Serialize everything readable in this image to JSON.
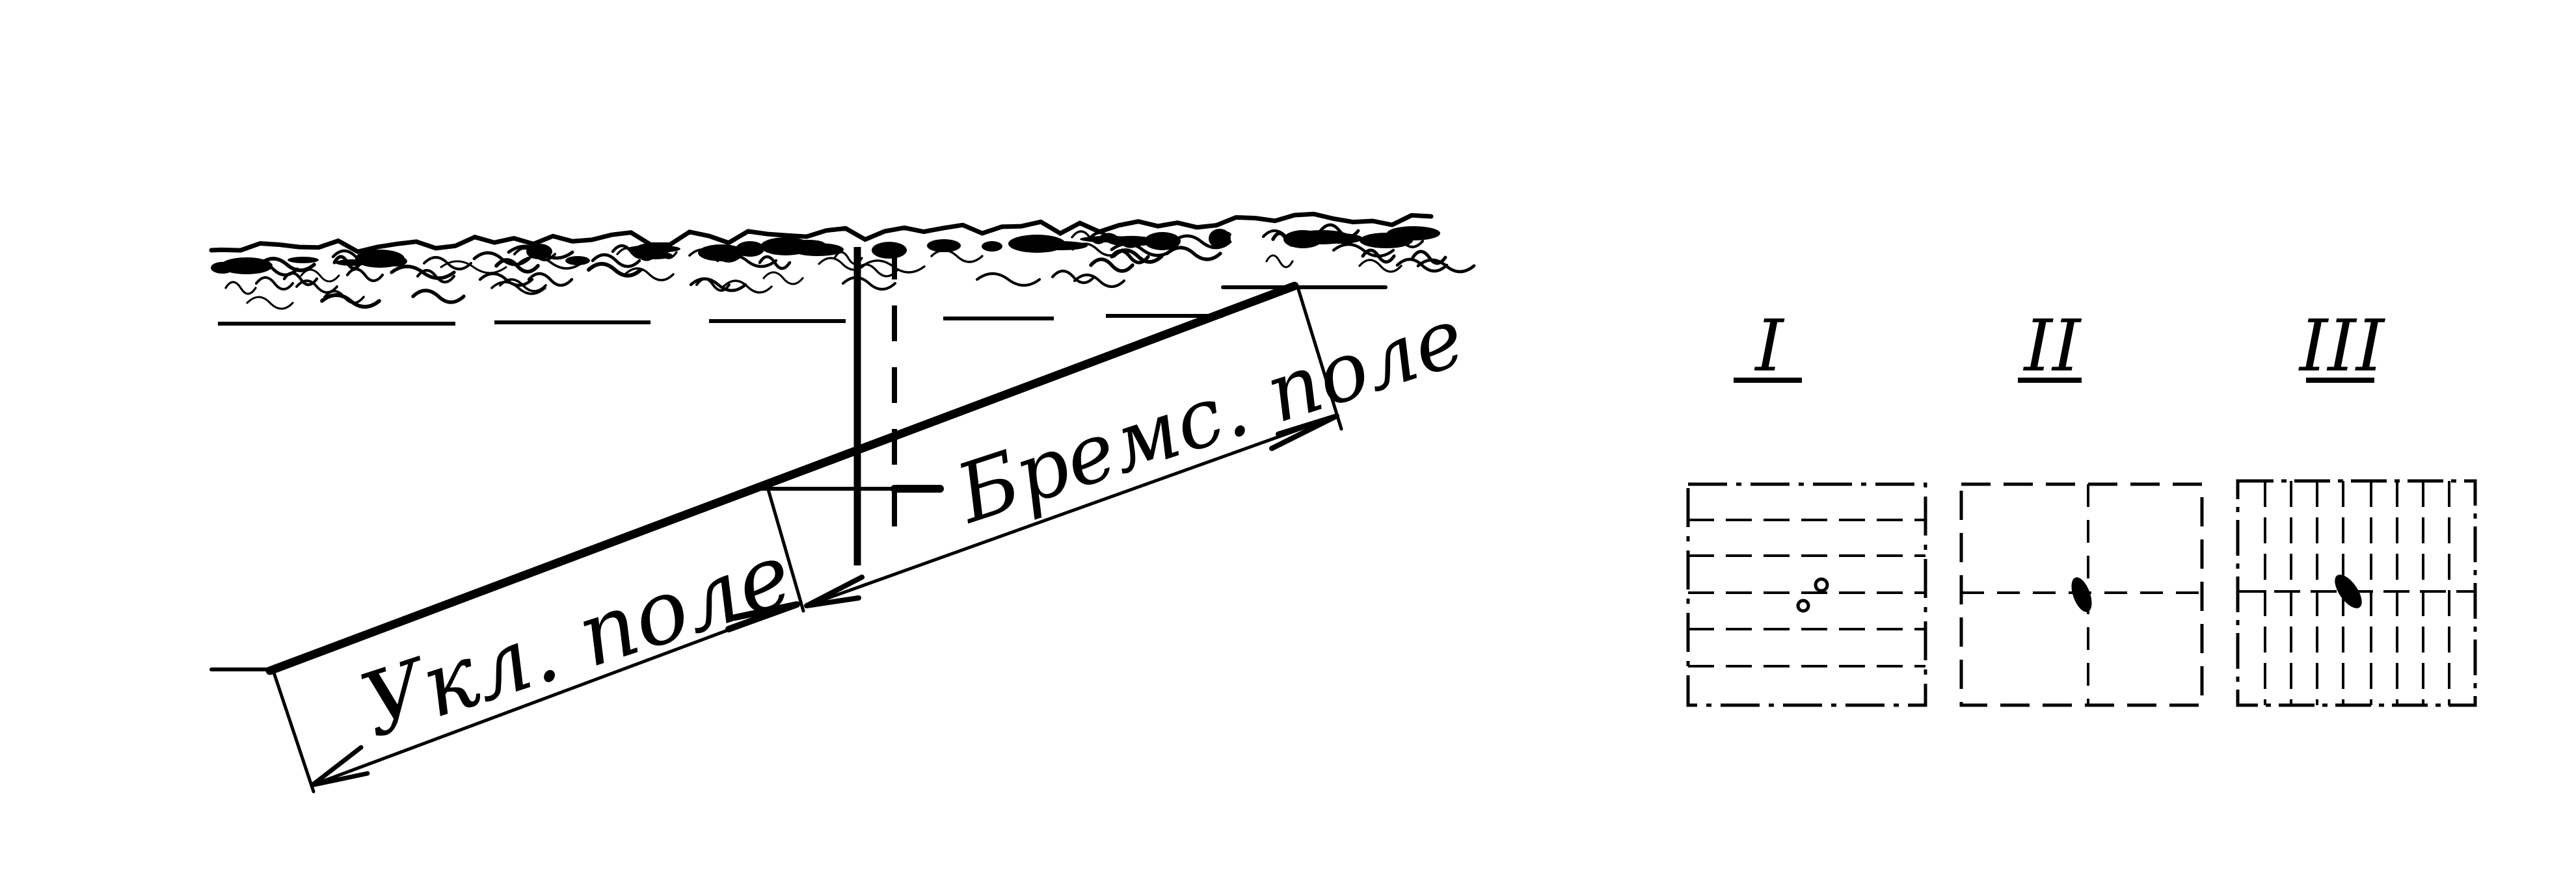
{
  "labels": {
    "field_left": "Укл. поле",
    "field_right": "Бремс. поле"
  },
  "schemes": [
    {
      "numeral": "I",
      "dividers": "horizontal"
    },
    {
      "numeral": "II",
      "dividers": "cross"
    },
    {
      "numeral": "III",
      "dividers": "vertical"
    }
  ],
  "colors": {
    "ink": "#000000",
    "paper": "#ffffff"
  }
}
